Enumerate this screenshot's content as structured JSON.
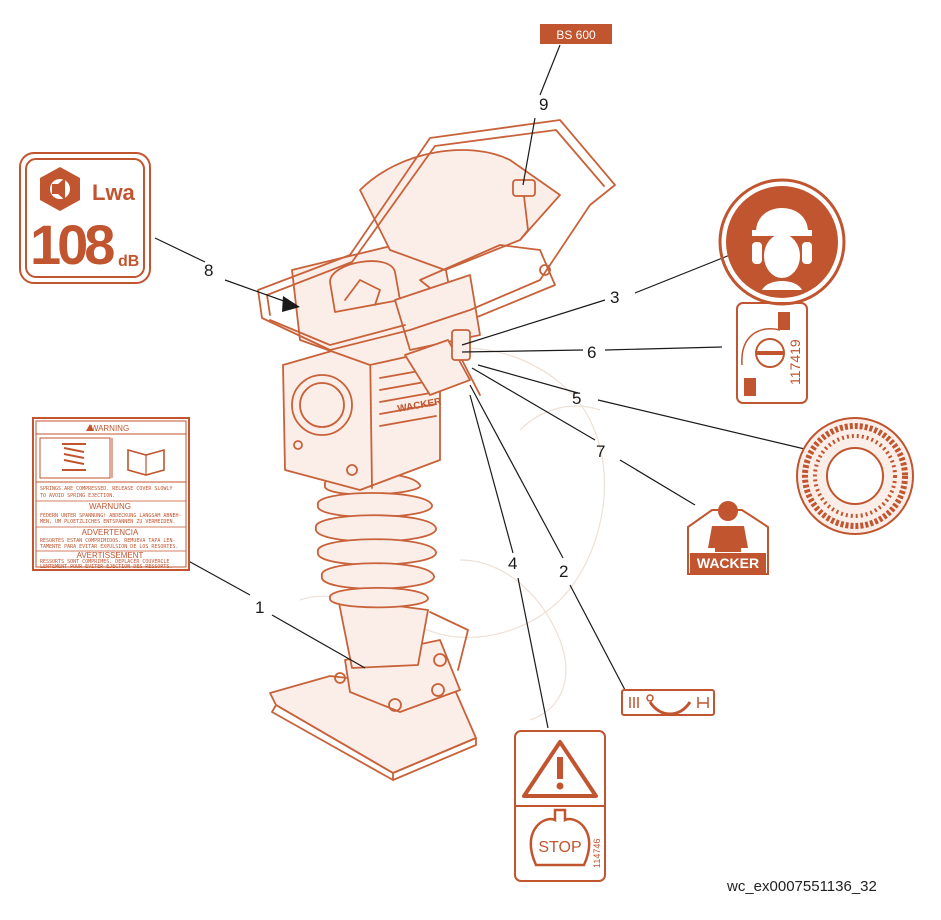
{
  "colors": {
    "label": "#c0552f",
    "line": "#1a1a1a",
    "machine": "#c8623a"
  },
  "callouts": [
    "1",
    "2",
    "3",
    "4",
    "5",
    "6",
    "7",
    "8",
    "9"
  ],
  "labels": {
    "model_plate": "BS 600",
    "noise": {
      "lwa": "Lwa",
      "value": "108",
      "unit": "dB"
    },
    "warning": {
      "en_head": "WARNING",
      "en_text_1": "SPRINGS ARE COMPRESSED. RELEASE COVER SLOWLY",
      "en_text_2": "TO AVOID SPRING EJECTION.",
      "de_head": "WARNUNG",
      "de_text_1": "FEDERN UNTER SPANNUNG! ABDECKUNG LANGSAM ABNEH-",
      "de_text_2": "MEN, UM PLOETZLICHES ENTSPANNEN ZU VERMEIDEN.",
      "es_head": "ADVERTENCIA",
      "es_text_1": "RESORTES ESTAN COMPRIMIDOS. REMUEVA TAPA LEN-",
      "es_text_2": "TAMENTE PARA EVITAR EXPULSION DE LOS RESORTES.",
      "fr_head": "AVERTISSEMENT",
      "fr_text_1": "RESSORTS SONT COMPRIMES. DEPLACER COUVERCLE",
      "fr_text_2": "LENTEMENT POUR EVITER EJECTION DES RESSORTS."
    },
    "stop": {
      "word": "STOP",
      "code": "114746"
    },
    "fuel": {
      "code": "117419"
    },
    "brand": "WACKER"
  },
  "footer": "wc_ex0007551136_32"
}
